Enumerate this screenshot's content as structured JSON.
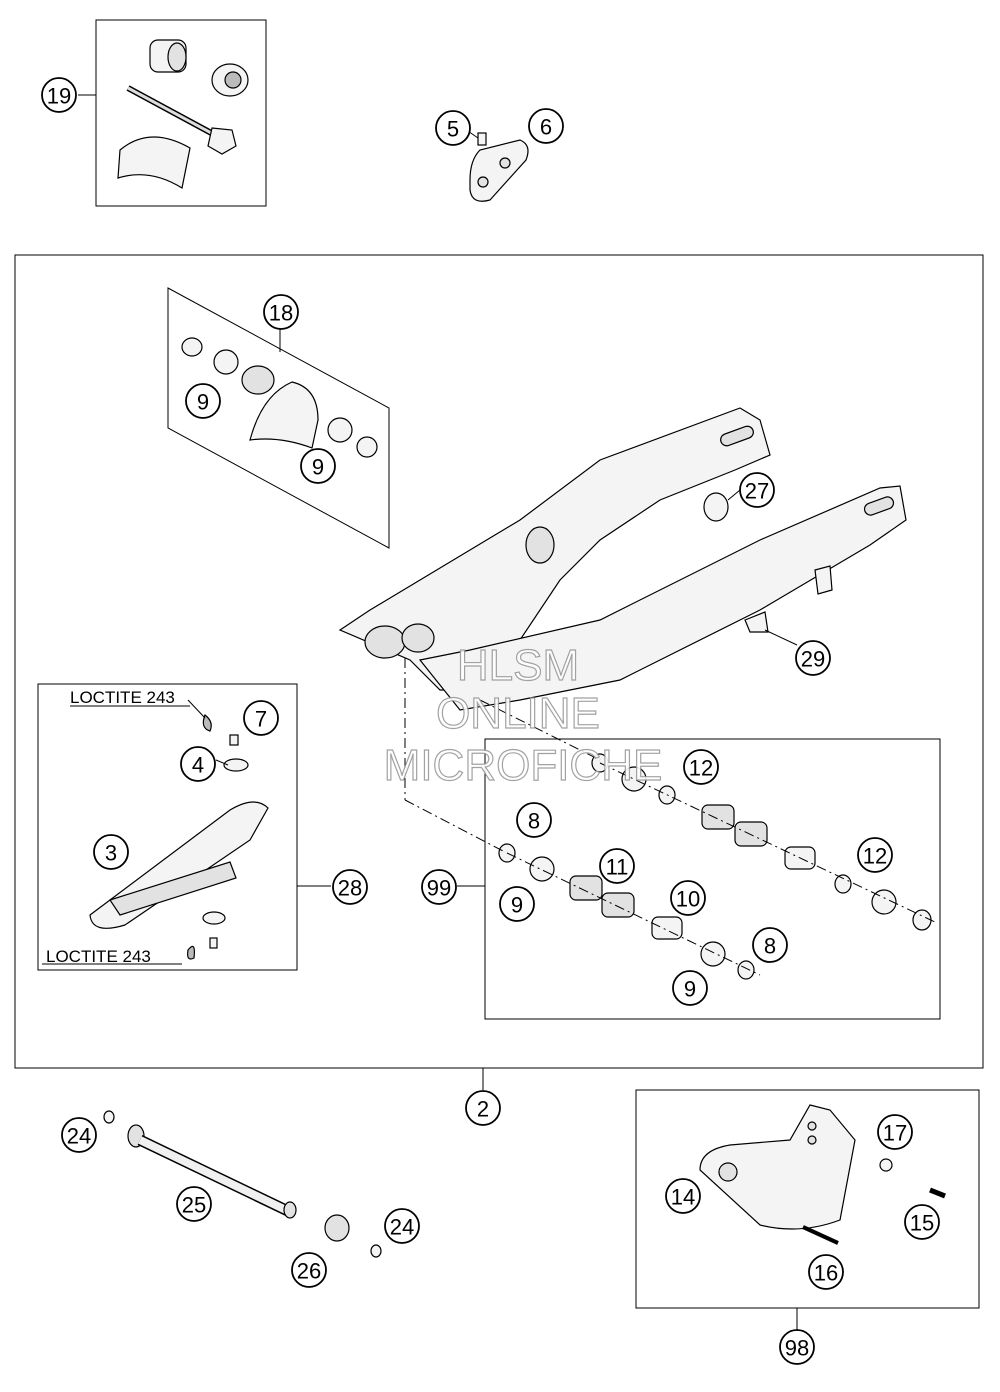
{
  "callouts": [
    {
      "id": "c19",
      "label": "19"
    },
    {
      "id": "c5",
      "label": "5"
    },
    {
      "id": "c6",
      "label": "6"
    },
    {
      "id": "c18",
      "label": "18"
    },
    {
      "id": "c9a",
      "label": "9"
    },
    {
      "id": "c9b",
      "label": "9"
    },
    {
      "id": "c27",
      "label": "27"
    },
    {
      "id": "c29",
      "label": "29"
    },
    {
      "id": "c7",
      "label": "7"
    },
    {
      "id": "c4",
      "label": "4"
    },
    {
      "id": "c3",
      "label": "3"
    },
    {
      "id": "c28",
      "label": "28"
    },
    {
      "id": "c12a",
      "label": "12"
    },
    {
      "id": "c8a",
      "label": "8"
    },
    {
      "id": "c11",
      "label": "11"
    },
    {
      "id": "c99",
      "label": "99"
    },
    {
      "id": "c9c",
      "label": "9"
    },
    {
      "id": "c10",
      "label": "10"
    },
    {
      "id": "c12b",
      "label": "12"
    },
    {
      "id": "c8b",
      "label": "8"
    },
    {
      "id": "c9d",
      "label": "9"
    },
    {
      "id": "c2",
      "label": "2"
    },
    {
      "id": "c24a",
      "label": "24"
    },
    {
      "id": "c25",
      "label": "25"
    },
    {
      "id": "c24b",
      "label": "24"
    },
    {
      "id": "c26",
      "label": "26"
    },
    {
      "id": "c17",
      "label": "17"
    },
    {
      "id": "c14",
      "label": "14"
    },
    {
      "id": "c15",
      "label": "15"
    },
    {
      "id": "c16",
      "label": "16"
    },
    {
      "id": "c98",
      "label": "98"
    }
  ],
  "notes": {
    "loctite_top": "LOCTITE 243",
    "loctite_bottom": "LOCTITE 243"
  },
  "watermark": {
    "line1": "HLSM",
    "line2": "ONLINE",
    "line3": "MICROFICHE"
  }
}
